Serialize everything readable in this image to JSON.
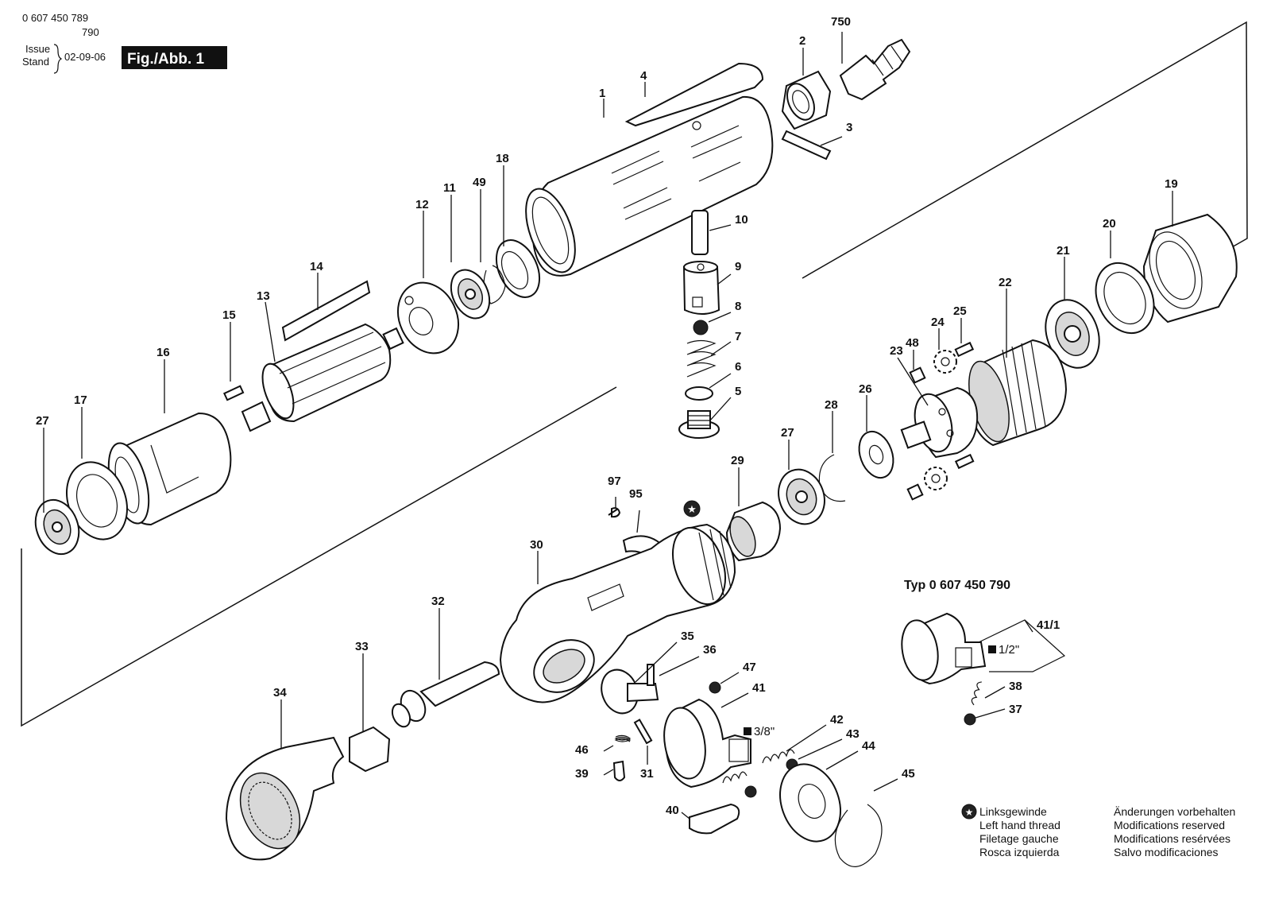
{
  "header": {
    "part_number_line1": "0 607 450 789",
    "part_number_line2": "790",
    "issue_label": "Issue",
    "stand_label": "Stand",
    "issue_date": "02-09-06",
    "figure_label": "Fig./Abb. 1"
  },
  "variant": {
    "title": "Typ 0 607 450 790",
    "drive_size_large": "1/2\"",
    "drive_size_small": "3/8\""
  },
  "left_hand_thread_legend": [
    "Linksgewinde",
    "Left hand thread",
    "Filetage gauche",
    "Rosca izquierda"
  ],
  "modifications_legend": [
    "Änderungen vorbehalten",
    "Modifications reserved",
    "Modifications resérvées",
    "Salvo modificaciones"
  ],
  "part_labels": {
    "p1": "1",
    "p2": "2",
    "p3": "3",
    "p4": "4",
    "p5": "5",
    "p6": "6",
    "p7": "7",
    "p8": "8",
    "p9": "9",
    "p10": "10",
    "p11": "11",
    "p12": "12",
    "p13": "13",
    "p14": "14",
    "p15": "15",
    "p16": "16",
    "p17": "17",
    "p18": "18",
    "p19": "19",
    "p20": "20",
    "p21": "21",
    "p22": "22",
    "p23": "23",
    "p24": "24",
    "p25": "25",
    "p26": "26",
    "p27a": "27",
    "p27b": "27",
    "p28": "28",
    "p29": "29",
    "p30": "30",
    "p31": "31",
    "p32": "32",
    "p33": "33",
    "p34": "34",
    "p35": "35",
    "p36": "36",
    "p37": "37",
    "p38": "38",
    "p39": "39",
    "p40": "40",
    "p41": "41",
    "p41_1": "41/1",
    "p42": "42",
    "p43": "43",
    "p44": "44",
    "p45": "45",
    "p46": "46",
    "p47": "47",
    "p48": "48",
    "p49": "49",
    "p95": "95",
    "p97": "97",
    "p750": "750"
  }
}
